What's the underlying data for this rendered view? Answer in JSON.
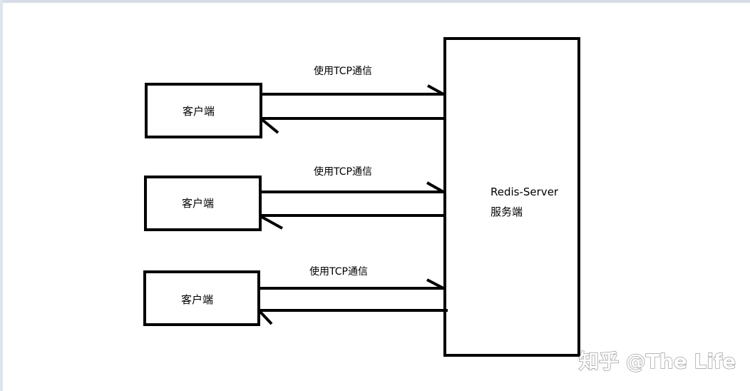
{
  "clients": [
    {
      "label": "客户端",
      "arrow_label": "使用TCP通信"
    },
    {
      "label": "客户端",
      "arrow_label": "使用TCP通信"
    },
    {
      "label": "客户端",
      "arrow_label": "使用TCP通信"
    }
  ],
  "server": {
    "line1": "Redis-Server",
    "line2": "服务端"
  },
  "watermark": "知乎 @The Life",
  "colors": {
    "stroke": "#000000",
    "background": "#ffffff"
  }
}
